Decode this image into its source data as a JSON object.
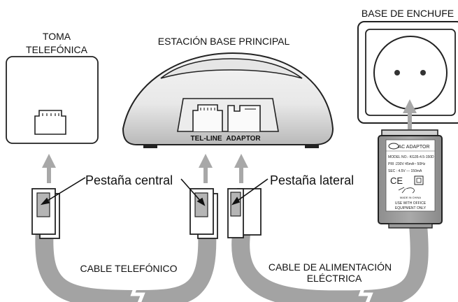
{
  "labels": {
    "wall_jack_line1": "TOMA",
    "wall_jack_line2": "TELEFÓNICA",
    "base_station": "ESTACIÓN BASE PRINCIPAL",
    "power_socket": "BASE DE ENCHUFE",
    "port_tel_line": "TEL-LINE",
    "port_adaptor": "ADAPTOR",
    "center_tab": "Pestaña central",
    "side_tab": "Pestaña lateral",
    "phone_cable": "CABLE TELEFÓNICO",
    "power_cable_line1": "CABLE DE ALIMENTACIÓN",
    "power_cable_line2": "ELÉCTRICA"
  },
  "adapter": {
    "title": "AC ADAPTOR",
    "model": "MODEL NO.: KG35-4.5-150D",
    "pri": "PRI  :230V 45mA~ 50Hz",
    "sec": "SEC : 4.5V --- 150mA",
    "ce": "CE",
    "made_in": "MADE IN CHINA",
    "use_line1": "USE WITH OFFICE",
    "use_line2": "EQUIPMENT ONLY"
  },
  "colors": {
    "cable": "#a3a3a3",
    "arrow": "#a8a8a8",
    "outline": "#222222",
    "adapter_body": "#9a9a9a"
  }
}
